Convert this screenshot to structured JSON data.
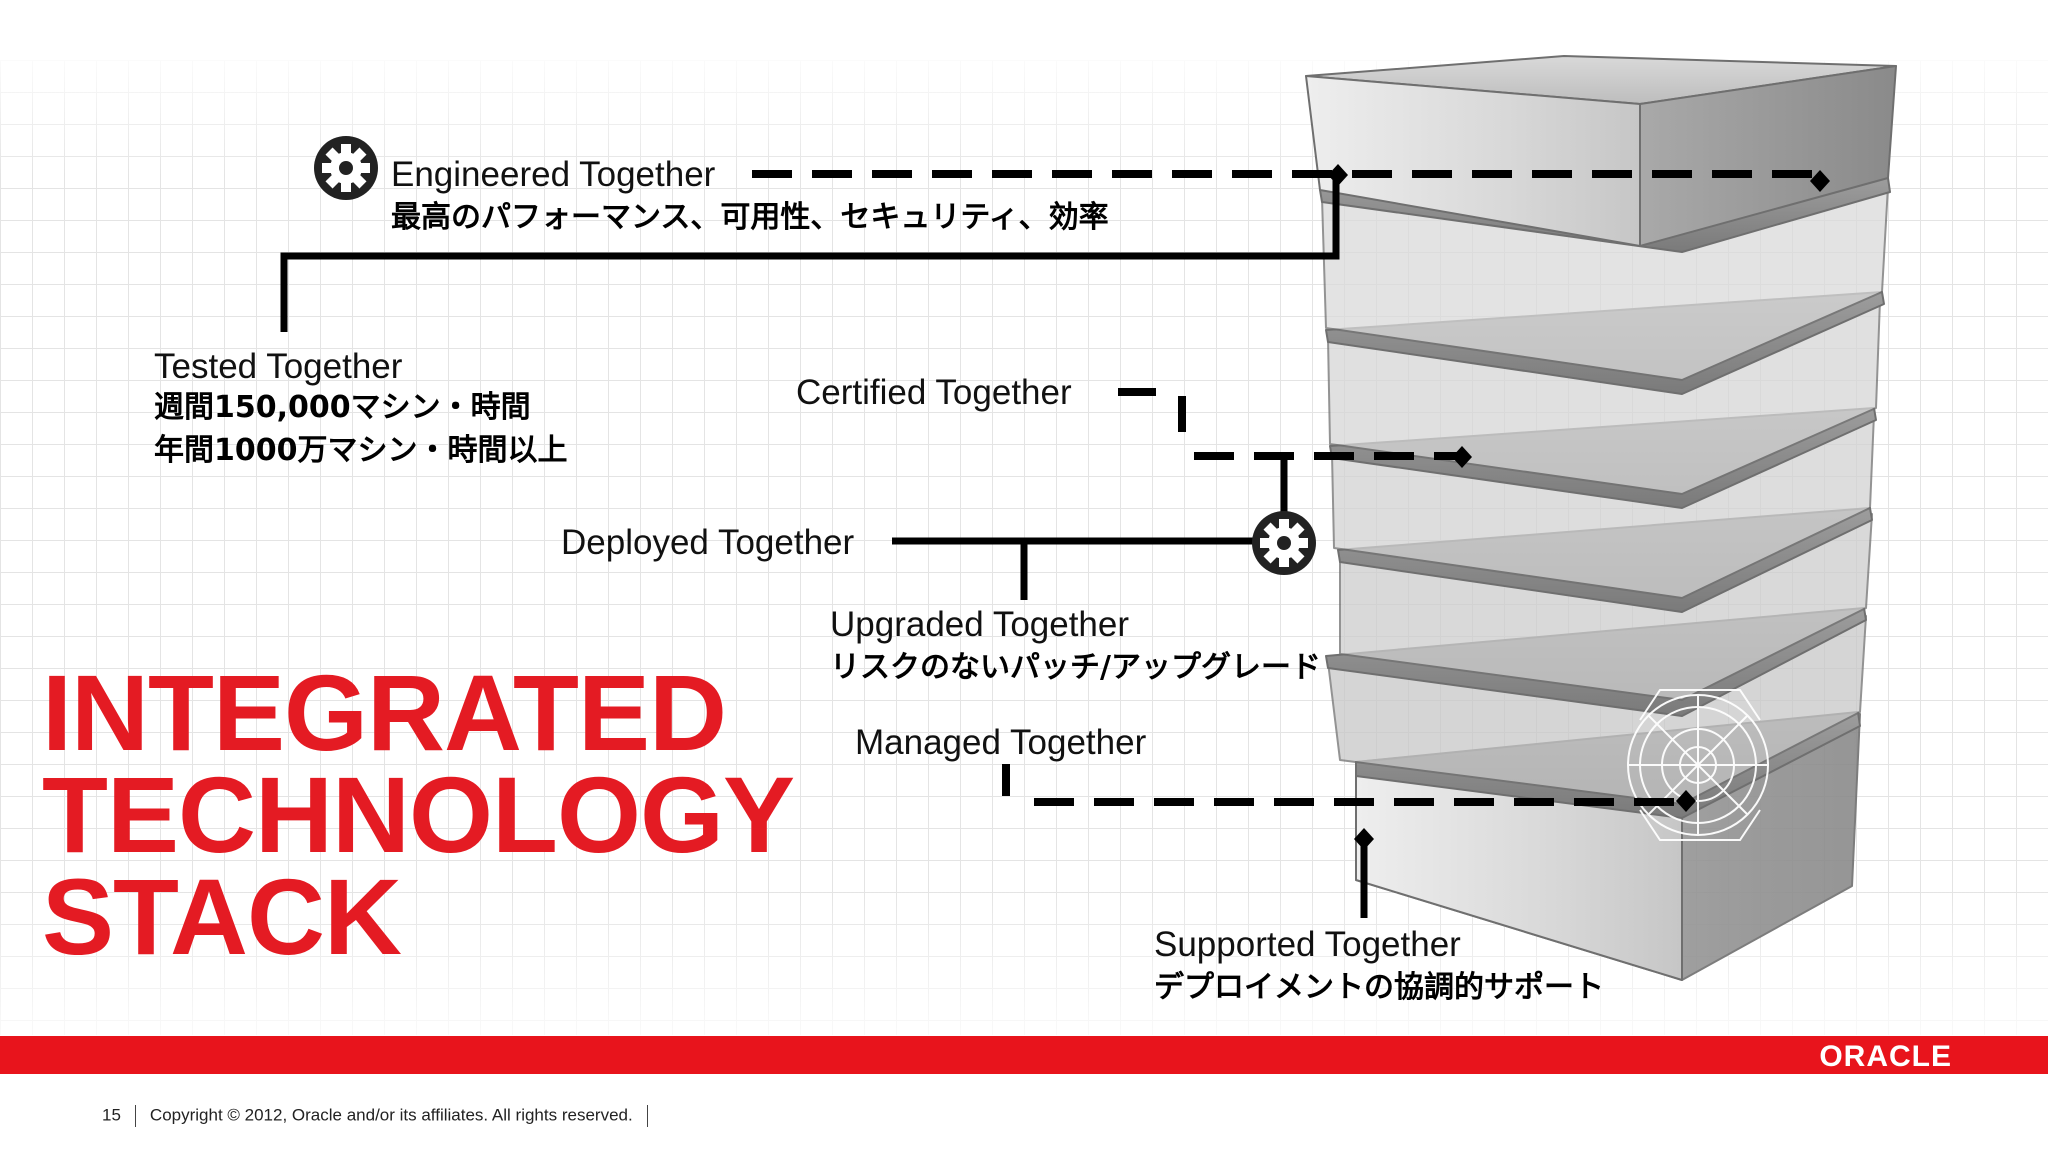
{
  "headline": {
    "line1": "INTEGRATED",
    "line2": "TECHNOLOGY",
    "line3": "STACK"
  },
  "labels": {
    "engineered": {
      "title": "Engineered Together",
      "sub": "最高のパフォーマンス、可用性、セキュリティ、効率"
    },
    "tested": {
      "title": "Tested Together",
      "sub1": "週間150,000マシン・時間",
      "sub2": "年間1000万マシン・時間以上"
    },
    "certified": {
      "title": "Certified Together"
    },
    "deployed": {
      "title": "Deployed Together"
    },
    "upgraded": {
      "title": "Upgraded Together",
      "sub": "リスクのないパッチ/アップグレード"
    },
    "managed": {
      "title": "Managed Together"
    },
    "supported": {
      "title": "Supported Together",
      "sub": "デプロイメントの協調的サポート"
    }
  },
  "icons": {
    "gear_top": "gear-icon",
    "gear_middle": "gear-icon",
    "logo_gear": "gear-wireframe-icon"
  },
  "brand": {
    "logo": "ORACLE",
    "accent": "#e41b23"
  },
  "footer": {
    "page": "15",
    "copyright": "Copyright © 2012, Oracle and/or its affiliates. All rights reserved."
  }
}
